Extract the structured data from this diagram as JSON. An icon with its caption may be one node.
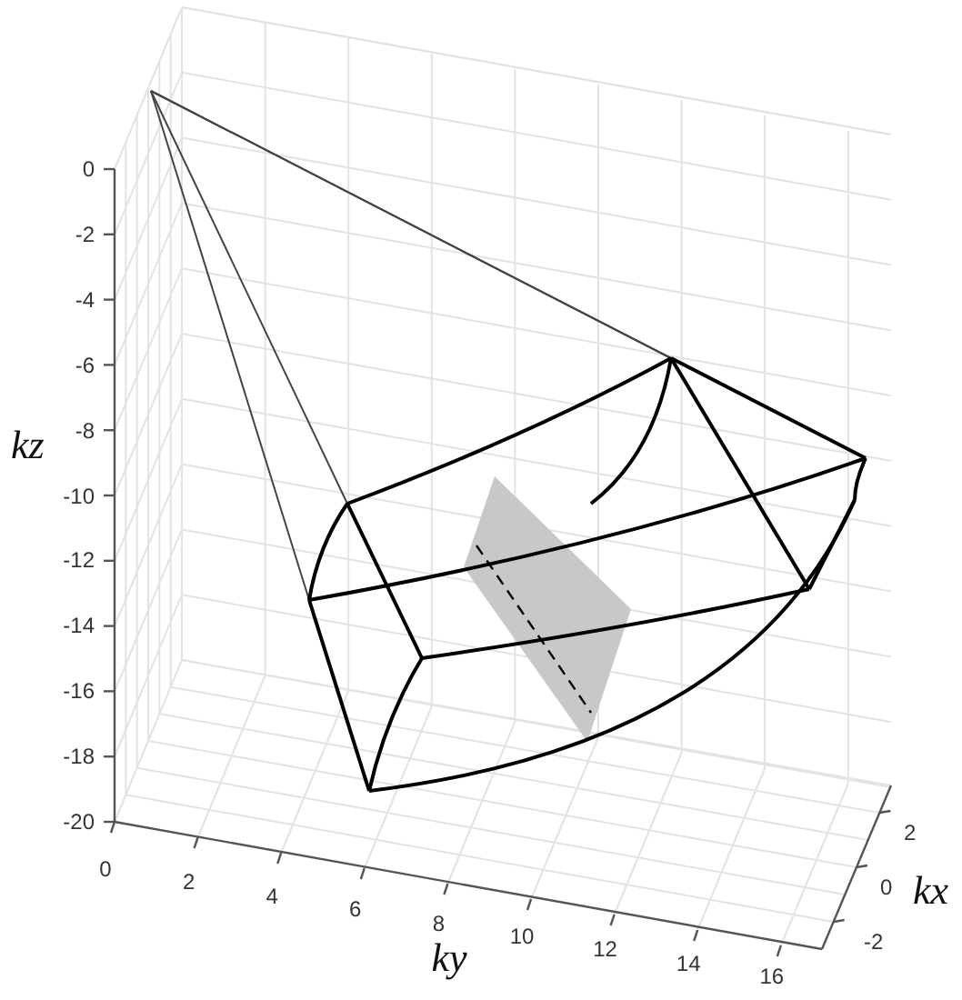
{
  "diagram": {
    "labels": [
      "0",
      "-2",
      "-4",
      "-6",
      "-8",
      "-10",
      "-12",
      "-14",
      "-16",
      "-18",
      "-20",
      "kz",
      "0",
      "2",
      "4",
      "6",
      "8",
      "10",
      "12",
      "14",
      "16",
      "ky",
      "2",
      "0",
      "-2",
      "kx"
    ]
  }
}
